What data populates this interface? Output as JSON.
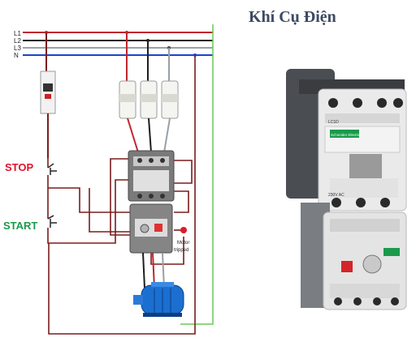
{
  "title": "Khí Cụ Điện",
  "lines": {
    "l1": "L1",
    "l2": "L2",
    "l3": "L3",
    "n": "N"
  },
  "buttons": {
    "stop": "STOP",
    "start": "START"
  },
  "overload_label_line1": "Motor",
  "overload_label_line2": "tripped",
  "contactor_model": "LC1D",
  "coil_voltage": "230V AC",
  "brand": "Schneider Electric",
  "colors": {
    "l1": "#c0262d",
    "l2": "#1f1f1f",
    "l3": "#9aa0a6",
    "n": "#1d44c8",
    "control": "#7a1d1d",
    "earth": "#66cc55",
    "motor": "#1b6fd0",
    "stop_text": "#e0122a",
    "start_text": "#1a9a4a",
    "title_text": "#3d4a63"
  }
}
